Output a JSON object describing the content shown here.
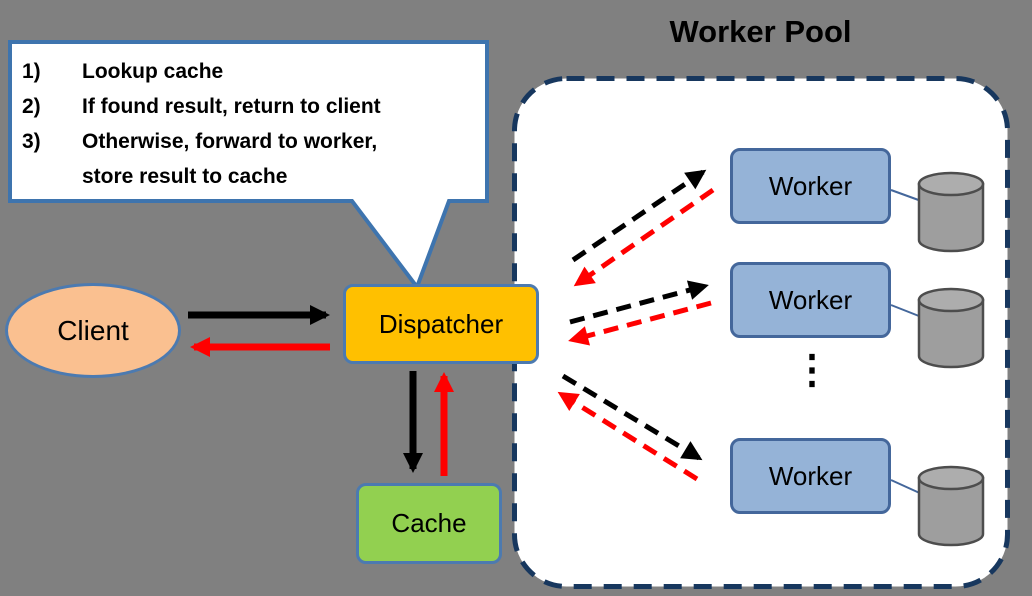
{
  "title": "Worker Pool",
  "callout": {
    "items": [
      {
        "num": "1)",
        "text": "Lookup cache"
      },
      {
        "num": "2)",
        "text": "If found result, return to client"
      },
      {
        "num": "3)",
        "text": "Otherwise, forward to worker,\nstore result to cache"
      }
    ]
  },
  "nodes": {
    "client": "Client",
    "dispatcher": "Dispatcher",
    "cache": "Cache",
    "workers": [
      "Worker",
      "Worker",
      "Worker"
    ],
    "ellipsis": "⋮"
  },
  "colors": {
    "background": "#808080",
    "client_fill": "#FAC090",
    "dispatcher_fill": "#FFC000",
    "cache_fill": "#92D050",
    "worker_fill": "#95B3D7",
    "border_blue": "#4C7AB0",
    "worker_border": "#44679B",
    "pool_border": "#17375E",
    "callout_border": "#3E74AE",
    "arrow_black": "#000000",
    "arrow_red": "#FF0000",
    "cylinder_fill": "#9E9E9E",
    "cylinder_top_fill": "#ADADAD"
  }
}
